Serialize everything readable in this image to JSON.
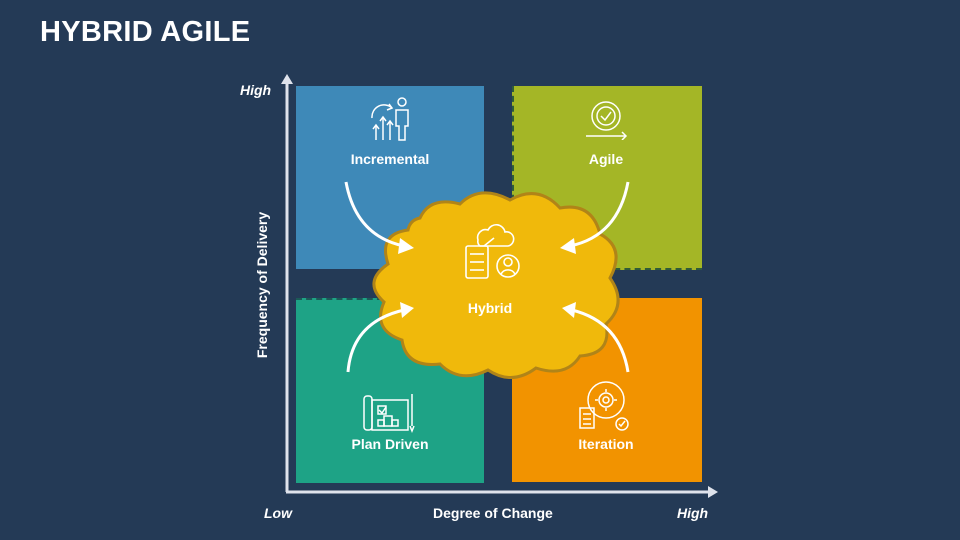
{
  "title": "HYBRID AGILE",
  "axes": {
    "y_label": "Frequency of Delivery",
    "y_high": "High",
    "x_label": "Degree of Change",
    "x_low": "Low",
    "x_high": "High"
  },
  "quadrants": {
    "incremental": {
      "label": "Incremental",
      "color": "#3e89b8",
      "icon": "growth-person-icon"
    },
    "agile": {
      "label": "Agile",
      "color": "#a4b626",
      "icon": "cycle-check-icon"
    },
    "plan_driven": {
      "label": "Plan Driven",
      "color": "#1ea386",
      "icon": "blueprint-icon"
    },
    "iteration": {
      "label": "Iteration",
      "color": "#f29300",
      "icon": "gear-cycle-icon"
    }
  },
  "center": {
    "label": "Hybrid",
    "color": "#f0b90b",
    "icon": "cloud-user-icon"
  }
}
